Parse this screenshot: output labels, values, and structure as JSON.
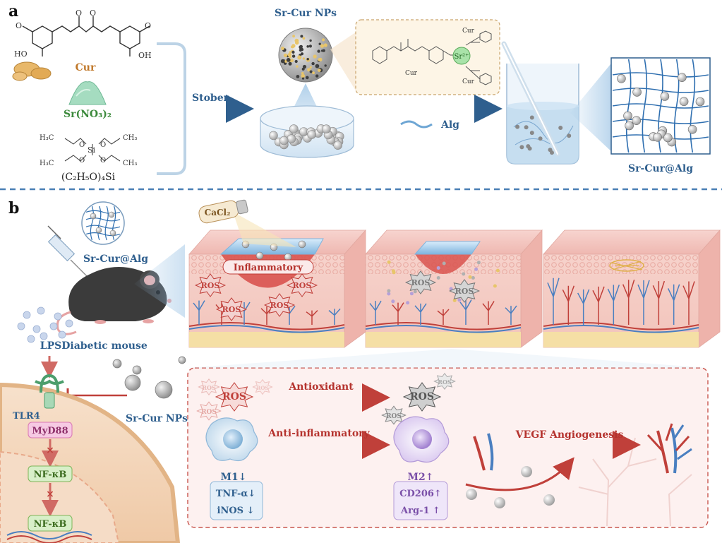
{
  "panel_a": {
    "label": "a",
    "cur_label": "Cur",
    "sr_label": "Sr(NO₃)₂",
    "teos_formula": "(C₂H₅O)₄Si",
    "teos_atoms": {
      "h3c_top": "H₃C",
      "ch3_top": "CH₃",
      "h3c_bottom": "H₃C",
      "ch3_bottom": "CH₃",
      "si": "Si",
      "o": "O"
    },
    "stober_label": "Stober",
    "np_title": "Sr-Cur NPs",
    "alg_label": "Alg",
    "hydrogel_label": "Sr-Cur@Alg",
    "complex": {
      "cur1": "Cur",
      "cur2": "Cur",
      "cur3": "Cur",
      "sr": "Sr²⁺"
    }
  },
  "panel_b": {
    "label": "b",
    "injection_label": "Sr-Cur@Alg",
    "cacl2_label": "CaCl₂",
    "mouse_label": "Diabetic mouse",
    "lps_label": "LPS",
    "np_label": "Sr-Cur NPs",
    "inflammatory_label": "Inflammatory",
    "ros": "ROS",
    "tlr4": "TLR4",
    "myd88": "MyD88",
    "nfkb_top": "NF-κB",
    "nfkb_bottom": "NF-κB",
    "antioxidant": "Antioxidant",
    "anti_inflammatory": "Anti-inflammatory",
    "vegf": "VEGF Angiogenesis",
    "m1": "M1↓",
    "tnf": "TNF-α↓",
    "inos": "iNOS ↓",
    "m2": "M2↑",
    "cd206": "CD206↑",
    "arg1": "Arg-1 ↑"
  },
  "colors": {
    "cur": "#c0782a",
    "sr": "#3c8a3c",
    "arrow_blue": "#3d6f9e",
    "skin_pink": "#f3c7c2",
    "dermis": "#f6d6cf",
    "wound_red": "#d9534f",
    "ros_red": "#b5332e",
    "purple": "#7a4fa8",
    "blue_cell": "#cfe3f3"
  }
}
